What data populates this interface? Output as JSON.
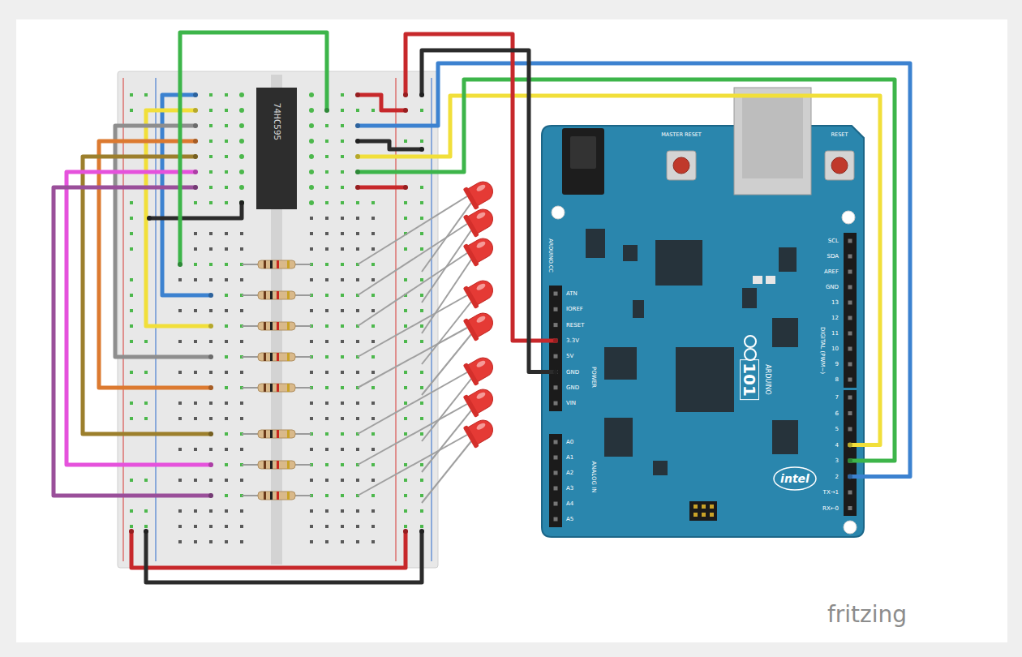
{
  "diagram": {
    "nodes": [
      {
        "text": [
          "74HC595"
        ]
      },
      {
        "text": [
          "ARDUINO",
          "101"
        ]
      }
    ],
    "labels": [
      "MASTER RESET",
      "RESET",
      "SCL",
      "SDA",
      "AREF",
      "GND",
      "13",
      "12",
      "11",
      "10",
      "9",
      "8",
      "7",
      "6",
      "5",
      "4",
      "3",
      "2",
      "TX→1",
      "RX←0",
      "ATN",
      "IOREF",
      "RESET",
      "3.3V",
      "5V",
      "GND",
      "GND",
      "VIN",
      "A0",
      "A1",
      "A2",
      "A3",
      "A4",
      "A5",
      "POWER",
      "ANALOG IN",
      "DIGITAL (PWM~)",
      "ARDUINO.CC",
      "intel",
      "fritzing"
    ]
  }
}
